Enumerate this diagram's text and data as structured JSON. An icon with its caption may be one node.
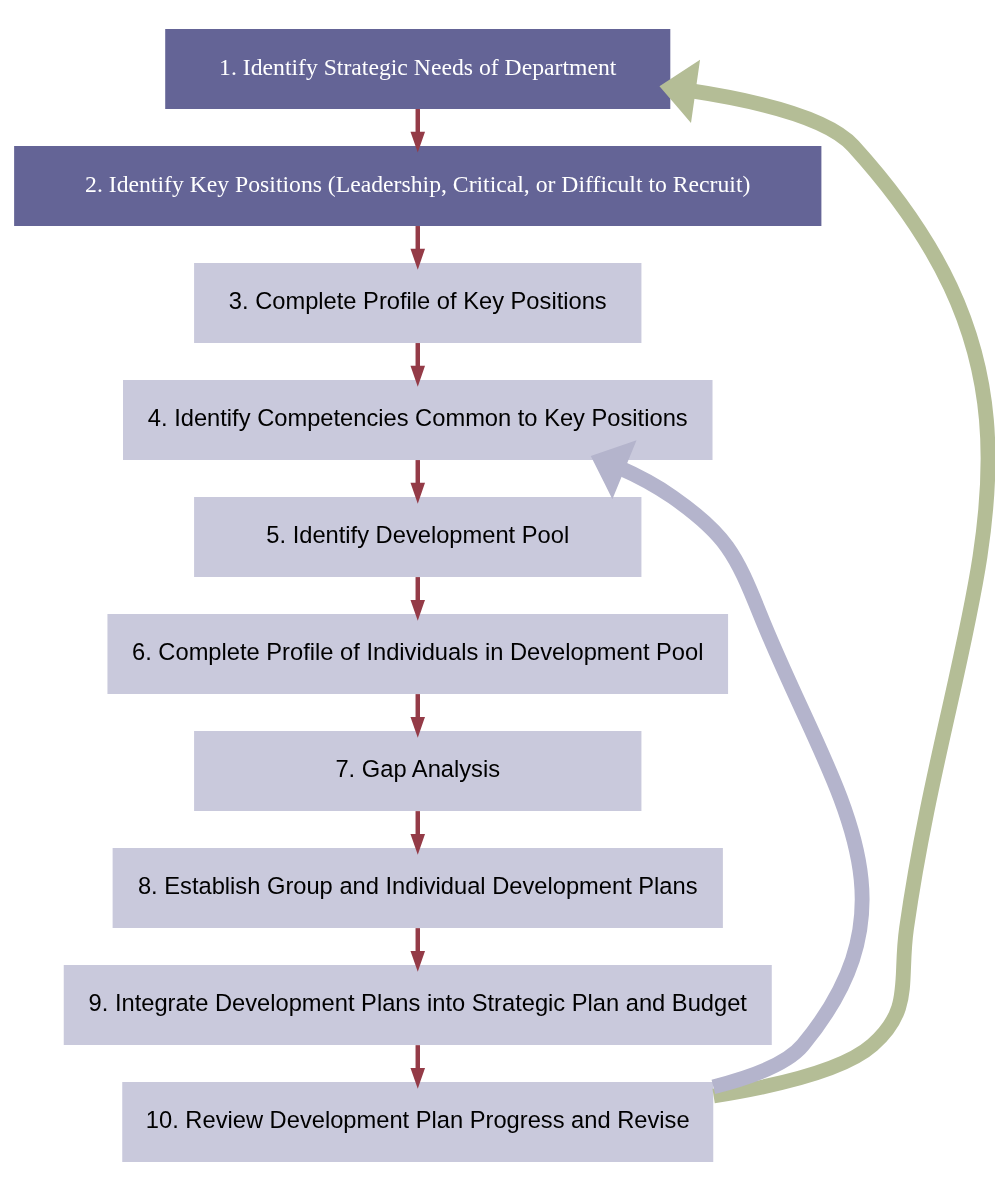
{
  "diagram": {
    "nodes": [
      {
        "text": [
          "1. Identify Strategic Needs of Department"
        ]
      },
      {
        "text": [
          "2. Identify Key Positions (Leadership, Critical, or Difficult to Recruit)"
        ]
      },
      {
        "text": [
          "3. Complete Profile of Key Positions"
        ]
      },
      {
        "text": [
          "4. Identify Competencies Common to Key Positions"
        ]
      },
      {
        "text": [
          "5. Identify Development Pool"
        ]
      },
      {
        "text": [
          "6. Complete Profile of Individuals in Development Pool"
        ]
      },
      {
        "text": [
          "7. Gap Analysis"
        ]
      },
      {
        "text": [
          "8. Establish Group and Individual Development Plans"
        ]
      },
      {
        "text": [
          "9. Integrate Development Plans into Strategic Plan and Budget"
        ]
      },
      {
        "text": [
          "10. Review Development Plan Progress and Revise"
        ]
      }
    ],
    "edges": [
      {
        "from": 0,
        "to": 1,
        "arrow": "to"
      },
      {
        "from": 1,
        "to": 2,
        "arrow": "to"
      },
      {
        "from": 2,
        "to": 3,
        "arrow": "to"
      },
      {
        "from": 3,
        "to": 4,
        "arrow": "to"
      },
      {
        "from": 4,
        "to": 5,
        "arrow": "to"
      },
      {
        "from": 5,
        "to": 6,
        "arrow": "to"
      },
      {
        "from": 6,
        "to": 7,
        "arrow": "to"
      },
      {
        "from": 7,
        "to": 8,
        "arrow": "to"
      },
      {
        "from": 8,
        "to": 9,
        "arrow": "to"
      },
      {
        "from": 9,
        "to": 0,
        "arrow": "to",
        "style": "thick",
        "color": "#b4bd96"
      },
      {
        "from": 9,
        "to": 3,
        "arrow": "to",
        "style": "thick",
        "color": "#b4b4cc"
      }
    ]
  }
}
